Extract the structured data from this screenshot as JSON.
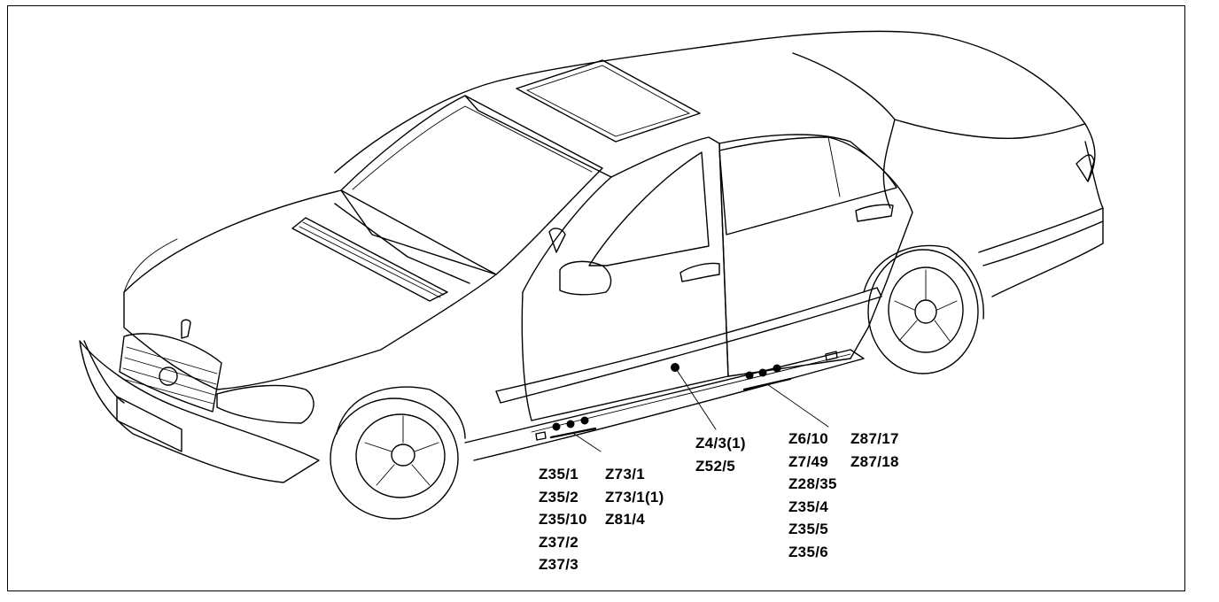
{
  "diagram": {
    "groups": [
      {
        "id": "g1",
        "labels": [
          "Z35/1",
          "Z35/2",
          "Z35/10",
          "Z37/2",
          "Z37/3"
        ]
      },
      {
        "id": "g2",
        "labels": [
          "Z73/1",
          "Z73/1(1)",
          "Z81/4"
        ]
      },
      {
        "id": "g3",
        "labels": [
          "Z4/3(1)",
          "Z52/5"
        ]
      },
      {
        "id": "g4",
        "labels": [
          "Z6/10",
          "Z7/49",
          "Z28/35",
          "Z35/4",
          "Z35/5",
          "Z35/6"
        ]
      },
      {
        "id": "g5",
        "labels": [
          "Z87/17",
          "Z87/18"
        ]
      }
    ]
  }
}
